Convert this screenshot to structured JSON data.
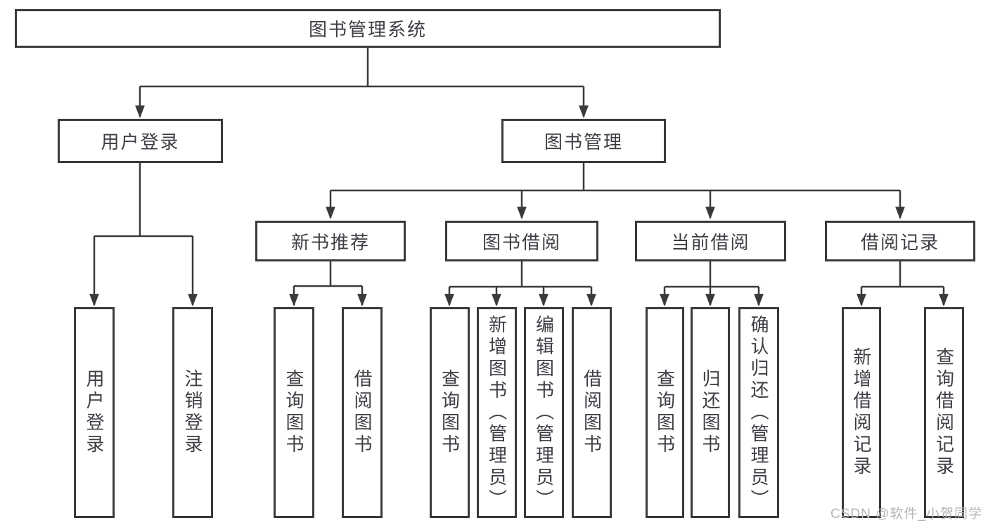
{
  "diagram_type": "hierarchy-tree",
  "tree": {
    "label": "图书管理系统",
    "children": [
      {
        "label": "用户登录",
        "children": [
          {
            "label": "用户登录"
          },
          {
            "label": "注销登录"
          }
        ]
      },
      {
        "label": "图书管理",
        "children": [
          {
            "label": "新书推荐",
            "children": [
              {
                "label": "查询图书"
              },
              {
                "label": "借阅图书"
              }
            ]
          },
          {
            "label": "图书借阅",
            "children": [
              {
                "label": "查询图书"
              },
              {
                "label": "新增图书（管理员）"
              },
              {
                "label": "编辑图书（管理员）"
              },
              {
                "label": "借阅图书"
              }
            ]
          },
          {
            "label": "当前借阅",
            "children": [
              {
                "label": "查询图书"
              },
              {
                "label": "归还图书"
              },
              {
                "label": "确认归还（管理员）"
              }
            ]
          },
          {
            "label": "借阅记录",
            "children": [
              {
                "label": "新增借阅记录"
              },
              {
                "label": "查询借阅记录"
              }
            ]
          }
        ]
      }
    ]
  },
  "watermark": {
    "text": "CSDN @软件_小贺同学"
  },
  "colors": {
    "line": "#3a3a3a",
    "box_border": "#3a3a3a",
    "text": "#3d3f44",
    "watermark": "#b5b5b5",
    "background": "#ffffff"
  }
}
